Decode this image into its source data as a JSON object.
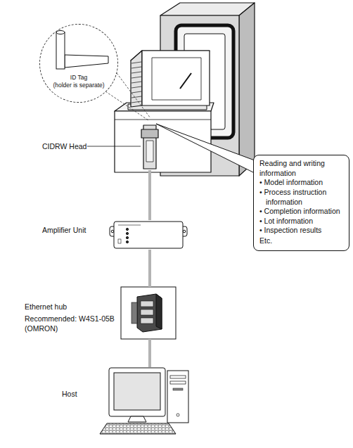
{
  "diagram": {
    "nodes": [
      {
        "text": [
          "ID Tag",
          "(holder is separate)"
        ]
      },
      {
        "text": [
          "CIDRW Head"
        ]
      },
      {
        "text": [
          "Reading and writing information",
          "• Model information",
          "• Process instruction information",
          "• Completion information",
          "• Lot information",
          "• Inspection results",
          "Etc."
        ]
      },
      {
        "text": [
          "Amplifier Unit"
        ]
      },
      {
        "text": [
          "Ethernet hub",
          "Recommended: W4S1-05B (OMRON)"
        ]
      },
      {
        "text": [
          "Host"
        ]
      }
    ],
    "edges": [
      {
        "from": 1,
        "to": 3,
        "arrow": "none"
      },
      {
        "from": 3,
        "to": 4,
        "arrow": "none"
      },
      {
        "from": 4,
        "to": 5,
        "arrow": "none"
      }
    ]
  }
}
